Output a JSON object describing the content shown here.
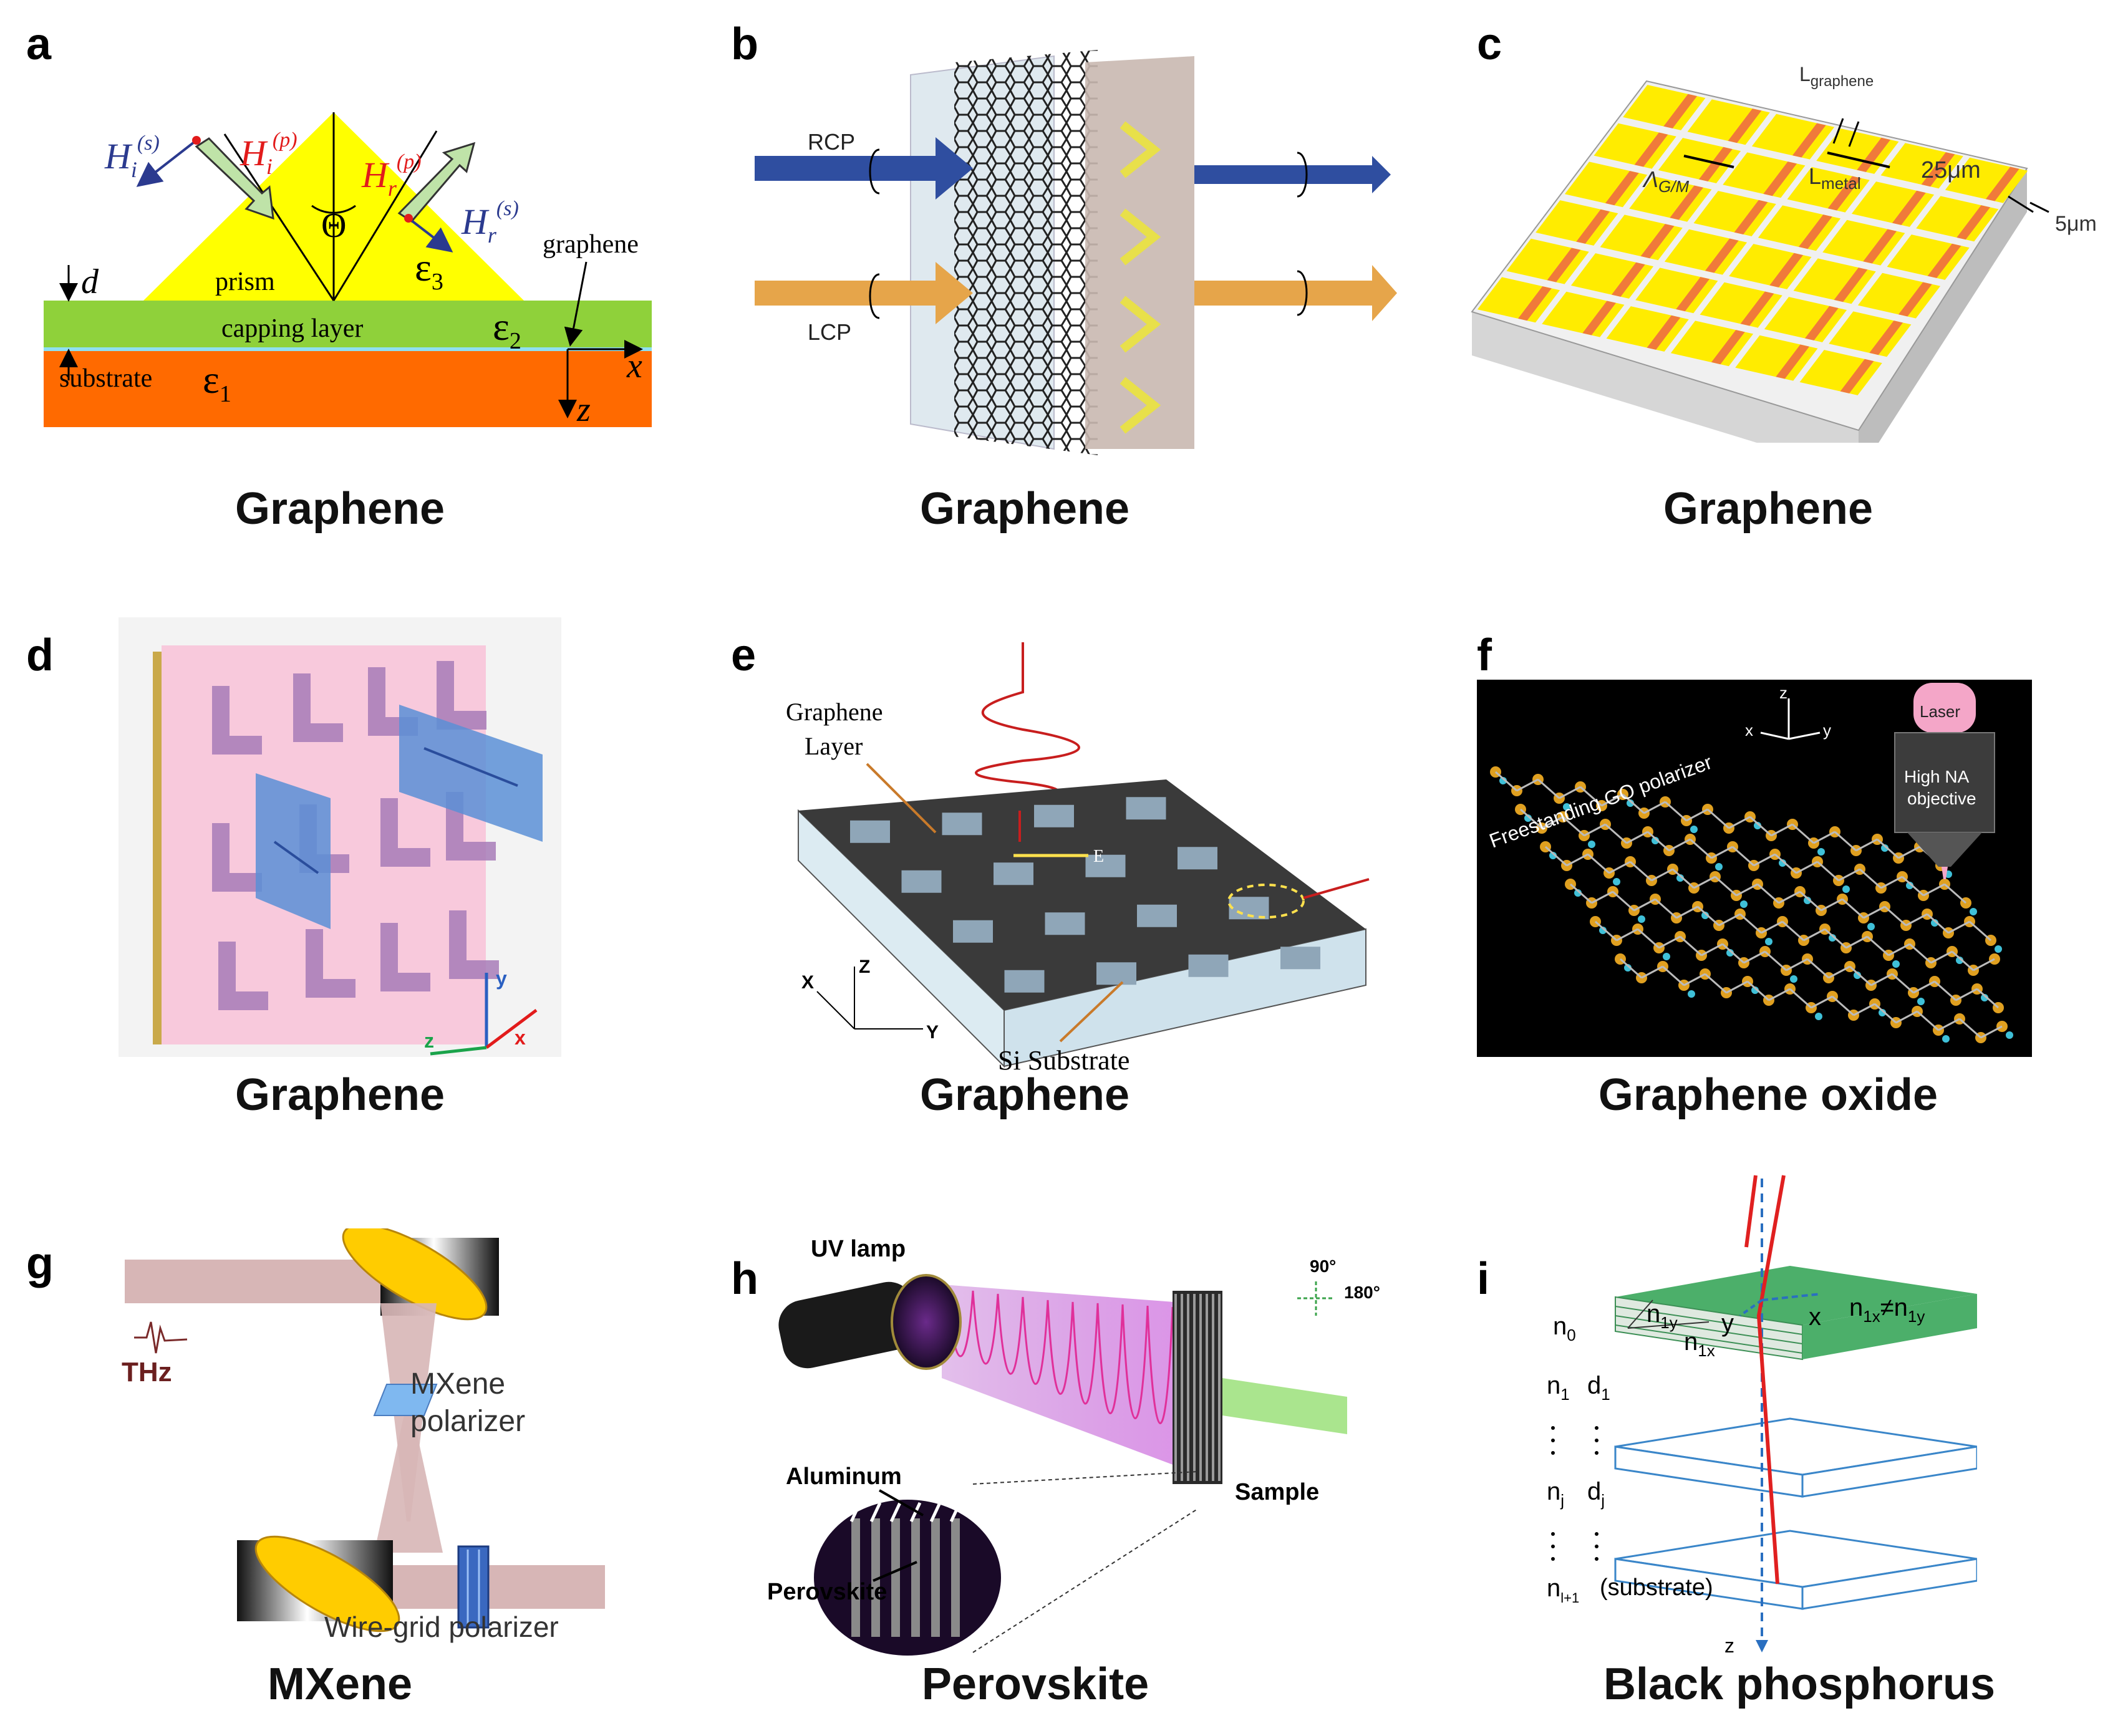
{
  "panels": [
    {
      "letter": "a",
      "caption": "Graphene"
    },
    {
      "letter": "b",
      "caption": "Graphene"
    },
    {
      "letter": "c",
      "caption": "Graphene"
    },
    {
      "letter": "d",
      "caption": "Graphene"
    },
    {
      "letter": "e",
      "caption": "Graphene"
    },
    {
      "letter": "f",
      "caption": "Graphene oxide"
    },
    {
      "letter": "g",
      "caption": "MXene"
    },
    {
      "letter": "h",
      "caption": "Perovskite"
    },
    {
      "letter": "i",
      "caption": "Black phosphorus"
    }
  ],
  "a": {
    "hi_s": "H",
    "hi_s_sub": "i",
    "hi_s_sup": "(s)",
    "hi_p": "H",
    "hi_p_sub": "i",
    "hi_p_sup": "(p)",
    "hr_p": "H",
    "hr_p_sub": "r",
    "hr_p_sup": "(p)",
    "hr_s": "H",
    "hr_s_sub": "r",
    "hr_s_sup": "(s)",
    "theta": "Θ",
    "eps3": "ε",
    "eps3_sub": "3",
    "eps2": "ε",
    "eps2_sub": "2",
    "eps1": "ε",
    "eps1_sub": "1",
    "prism": "prism",
    "capping": "capping layer",
    "substrate": "substrate",
    "graphene": "graphene",
    "d": "d",
    "x": "x",
    "z": "z"
  },
  "b": {
    "rcp": "RCP",
    "lcp": "LCP"
  },
  "c": {
    "l_graphene": "L",
    "l_graphene_sub": "graphene",
    "lambda": "Λ",
    "lambda_sub": "G/M",
    "l_metal": "L",
    "l_metal_sub": "metal",
    "dim1": "25μm",
    "dim2": "5μm"
  },
  "d": {
    "x": "x",
    "y": "y",
    "z": "z"
  },
  "e": {
    "graphene_layer_1": "Graphene",
    "graphene_layer_2": "Layer",
    "si": "Si Substrate",
    "E": "E",
    "x": "X",
    "y": "Y",
    "z": "Z"
  },
  "f": {
    "laser": "Laser",
    "objective_1": "High NA",
    "objective_2": "objective",
    "go": "Freestanding GO polarizer",
    "x": "x",
    "y": "y",
    "z": "z"
  },
  "g": {
    "thz": "THz",
    "mx1": "MXene",
    "mx2": "polarizer",
    "wire": "Wire-grid polarizer"
  },
  "h": {
    "uv": "UV lamp",
    "al": "Aluminum",
    "pv": "Perovskite",
    "sample": "Sample",
    "deg90": "90°",
    "deg180": "180°"
  },
  "i": {
    "n0": "n",
    "n0_sub": "0",
    "n1": "n",
    "n1_sub": "1",
    "d1": "d",
    "d1_sub": "1",
    "nj": "n",
    "nj_sub": "j",
    "dj": "d",
    "dj_sub": "j",
    "nl1": "n",
    "nl1_sub": "l+1",
    "substrate": "(substrate)",
    "n1y": "n",
    "n1y_sub": "1y",
    "n1x": "n",
    "n1x_sub": "1x",
    "neq": "n",
    "neq_sub1": "1x",
    "neq_sym": "≠",
    "neq2": "n",
    "neq_sub2": "1y",
    "x": "x",
    "y": "y",
    "z": "z"
  },
  "colors": {
    "yellow": "#ffff00",
    "green": "#8fd13a",
    "orange": "#ff6a00",
    "navy": "#2b3a8f",
    "red": "#e21b1b",
    "pink": "#f8c9dc",
    "blue": "#5a8fd6",
    "gold": "#ffd21f"
  }
}
